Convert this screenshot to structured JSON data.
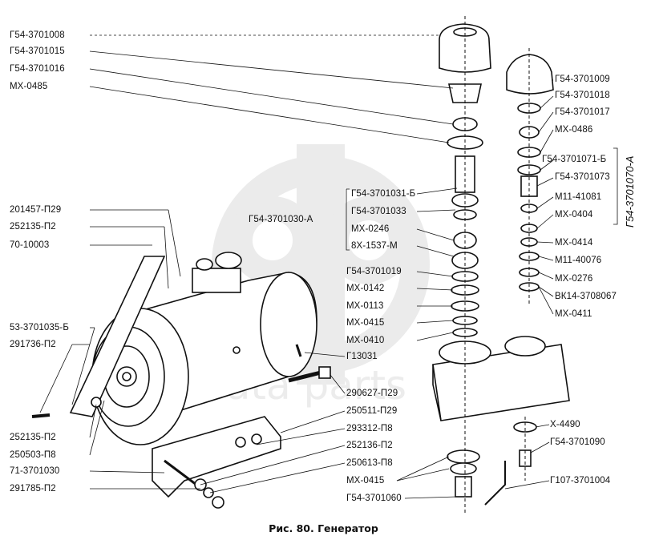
{
  "figure": {
    "caption": "Рис. 80. Генератор",
    "watermark_text": "data parts",
    "group_label_vertical": "Г54-3701070-А",
    "group_label_bracket": "Г54-3701030-А"
  },
  "labels_left": [
    "Г54-3701008",
    "Г54-3701015",
    "Г54-3701016",
    "МХ-0485",
    "201457-П29",
    "252135-П2",
    "70-10003",
    "53-3701035-Б",
    "291736-П2",
    "252135-П2",
    "250503-П8",
    "71-3701030",
    "291785-П2"
  ],
  "labels_center": [
    "Г54-3701031-Б",
    "Г54-3701033",
    "МХ-0246",
    "8Х-1537-М",
    "Г54-3701019",
    "МХ-0142",
    "МХ-0113",
    "МХ-0415",
    "МХ-0410",
    "Г13031",
    "290627-П29",
    "250511-П29",
    "293312-П8",
    "252136-П2",
    "250613-П8",
    "МХ-0415",
    "Г54-3701060"
  ],
  "labels_right": [
    "Г54-3701009",
    "Г54-3701018",
    "Г54-3701017",
    "МХ-0486",
    "Г54-3701071-Б",
    "Г54-3701073",
    "М11-41081",
    "МХ-0404",
    "МХ-0414",
    "М11-40076",
    "МХ-0276",
    "ВК14-3708067",
    "МХ-0411",
    "Х-4490",
    "Г54-3701090",
    "Г107-3701004"
  ]
}
